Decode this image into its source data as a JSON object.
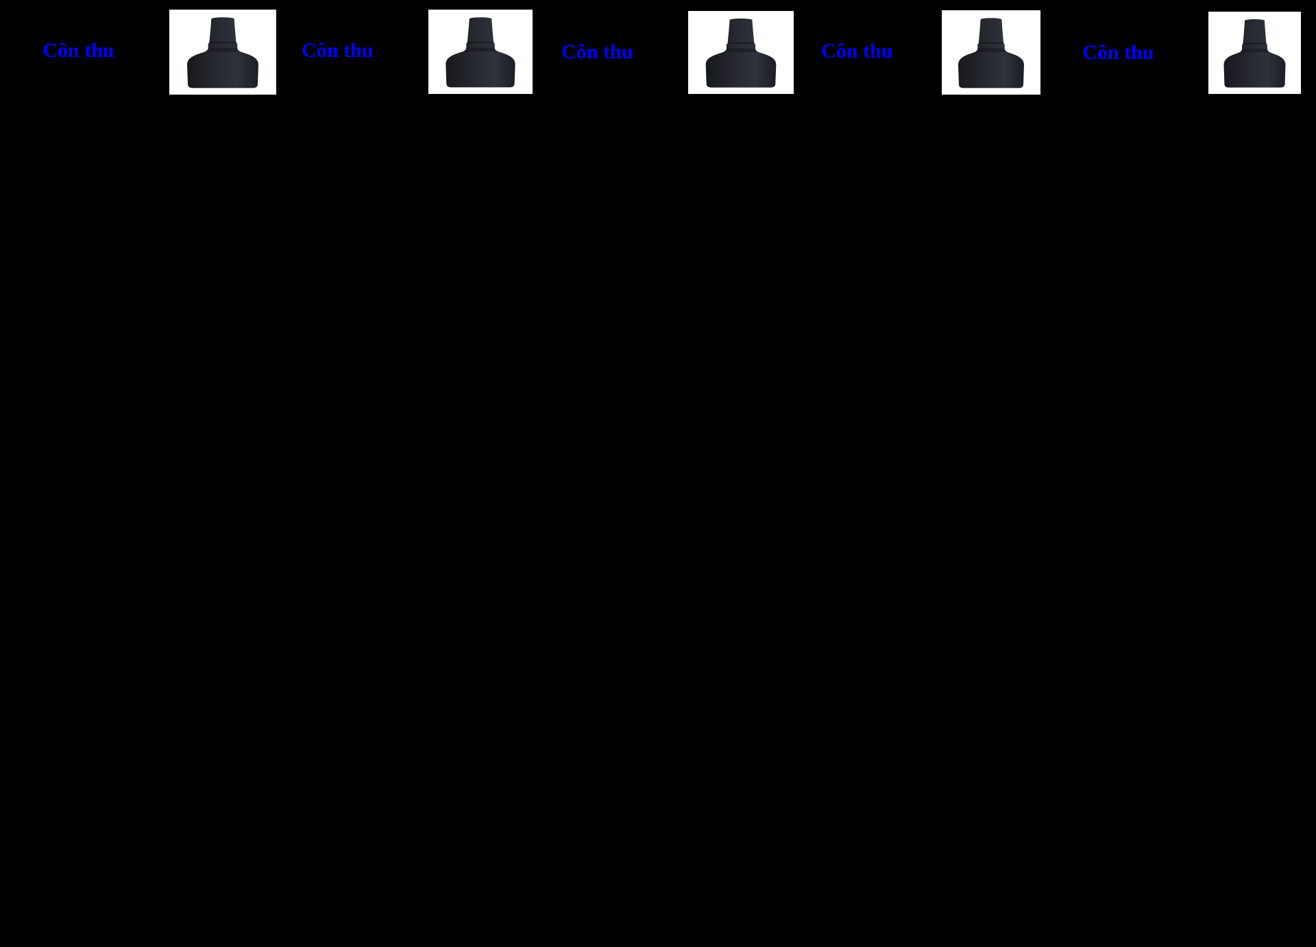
{
  "page": {
    "background_color": "#000000"
  },
  "colors": {
    "link_blue": "#0000ff",
    "image_background": "#ffffff",
    "fitting_dark": "#22252b",
    "fitting_shadow": "#15171c",
    "fitting_highlight": "#2e323a"
  },
  "products": [
    {
      "label": "Côn thu",
      "image": "hdpe-reducer-fitting-photo"
    },
    {
      "label": "Côn thu",
      "image": "hdpe-reducer-fitting-photo"
    },
    {
      "label": "Côn thu",
      "image": "hdpe-reducer-fitting-photo"
    },
    {
      "label": "Côn thu",
      "image": "hdpe-reducer-fitting-photo"
    },
    {
      "label": "Côn thu",
      "image": "hdpe-reducer-fitting-photo"
    }
  ]
}
